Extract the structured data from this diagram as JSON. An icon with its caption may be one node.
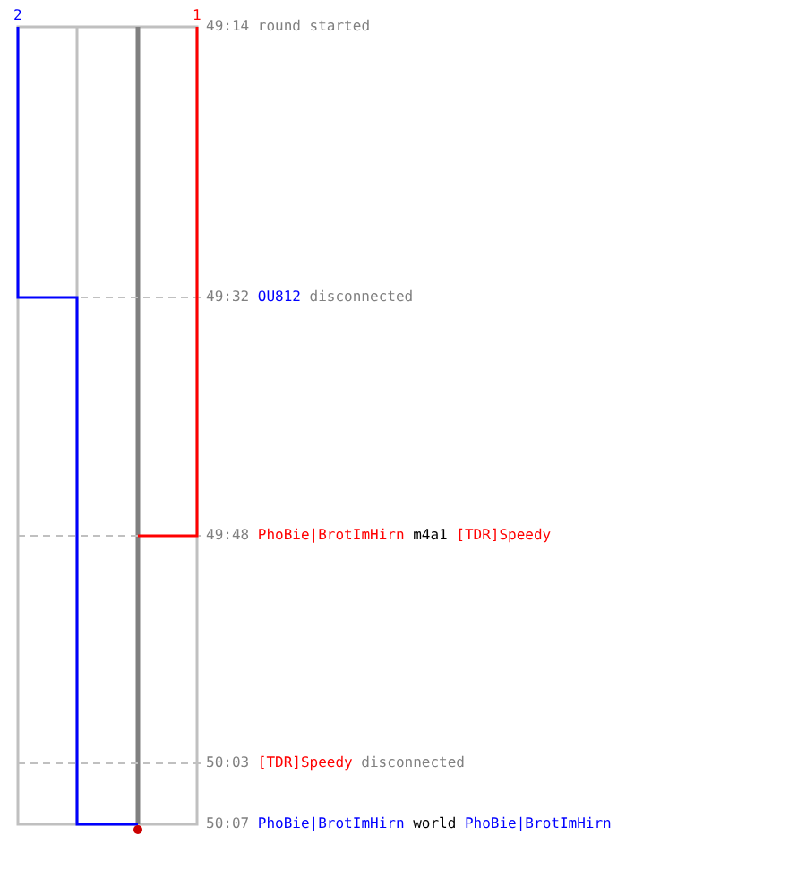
{
  "diagram": {
    "labels": [
      "2",
      "1",
      "49:14",
      "round started",
      "49:32",
      "OU812",
      "disconnected",
      "49:48",
      "PhoBie|BrotImHirn",
      "m4a1",
      "[TDR]Speedy",
      "50:03",
      "[TDR]Speedy",
      "disconnected",
      "50:07",
      "PhoBie|BrotImHirn",
      "world",
      "PhoBie|BrotImHirn"
    ]
  }
}
